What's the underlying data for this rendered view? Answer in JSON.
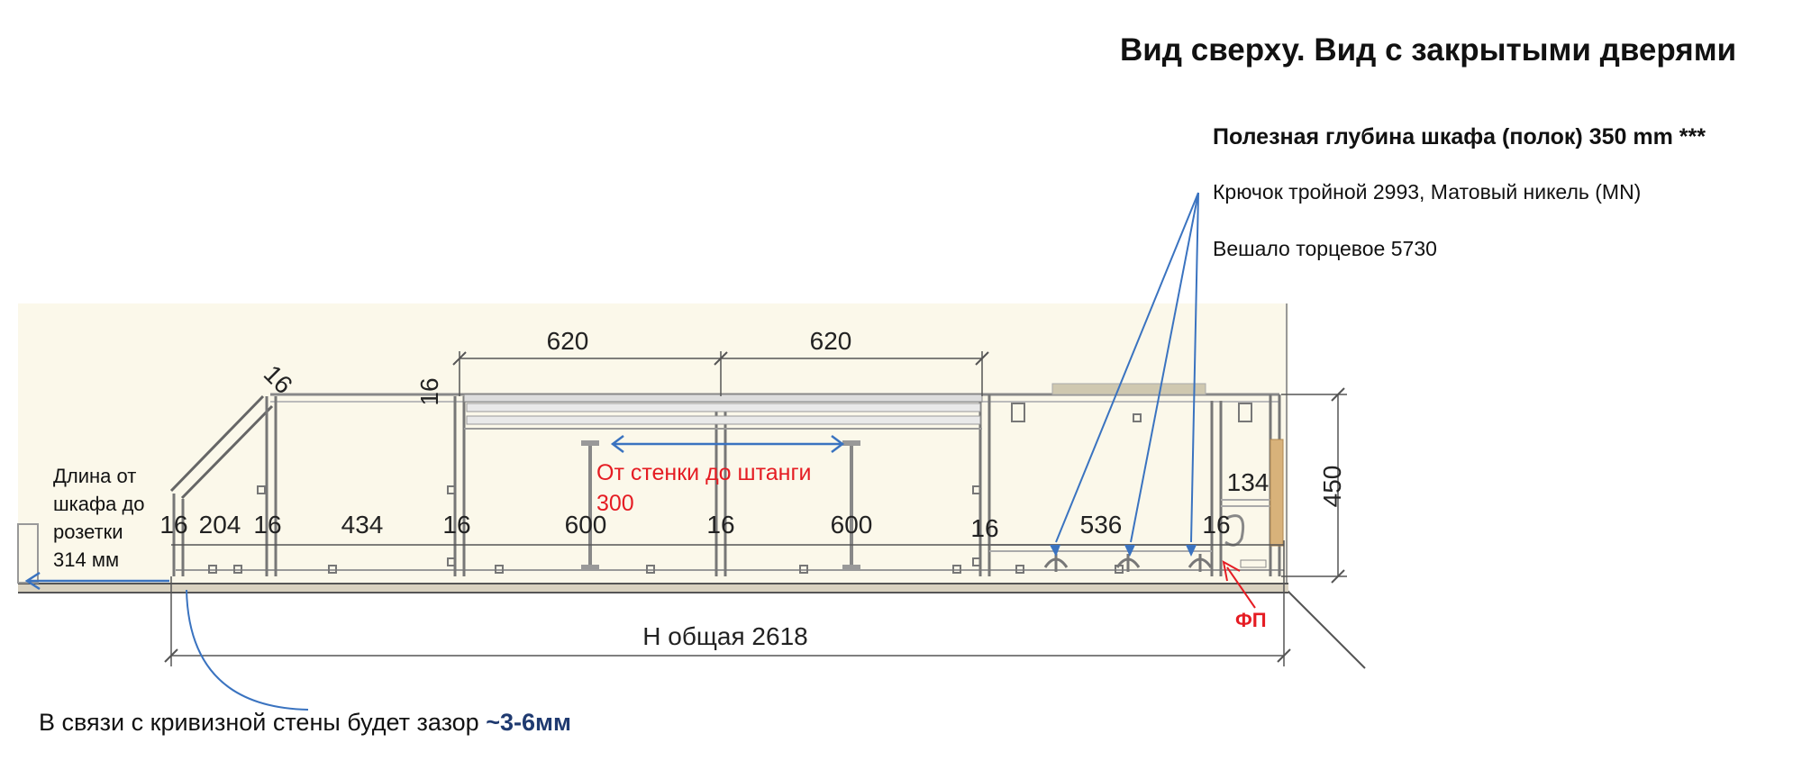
{
  "title": "Вид сверху. Вид с закрытыми дверями",
  "notes": {
    "depth": "Полезная глубина шкафа (полок) 350 mm ***",
    "hook": "Крючок тройной 2993, Матовый никель (MN)",
    "hanger": "Вешало торцевое 5730"
  },
  "length_note": [
    "Длина от",
    "шкафа до",
    "розетки",
    "314 мм"
  ],
  "rod_note": [
    "От стенки до штанги",
    "300"
  ],
  "fp_label": "ФП",
  "gap_note": {
    "text": "В связи с кривизной стены будет зазор ",
    "value": "~3-6мм"
  },
  "dimensions": {
    "top_a": "620",
    "top_b": "620",
    "panel_top": "16",
    "panel_slant": "16",
    "row": [
      "16",
      "204",
      "16",
      "434",
      "16",
      "600",
      "16",
      "600",
      "16",
      "536",
      "16"
    ],
    "side_134": "134",
    "depth_450": "450",
    "total": "Н общая 2618"
  },
  "colors": {
    "annotation_blue": "#3a73c0",
    "annotation_red": "#e51c23",
    "plan_bg": "#fbf8ea"
  }
}
